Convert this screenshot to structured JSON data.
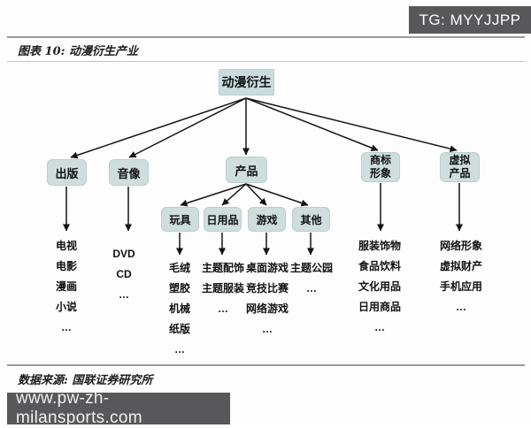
{
  "badge": {
    "label": "TG: MYYJJPP"
  },
  "figure": {
    "title": "图表 10: 动漫衍生产业"
  },
  "tree": {
    "root": {
      "label": "动漫衍生"
    },
    "level2": [
      {
        "label": "出版"
      },
      {
        "label": "音像"
      },
      {
        "label": "产品"
      },
      {
        "label": "商标形象"
      },
      {
        "label": "虚拟产品"
      }
    ],
    "level3": [
      {
        "label": "玩具"
      },
      {
        "label": "日用品"
      },
      {
        "label": "游戏"
      },
      {
        "label": "其他"
      }
    ],
    "leaf_columns": [
      {
        "parent": "出版",
        "items": [
          "电视",
          "电影",
          "漫画",
          "小说",
          "…"
        ]
      },
      {
        "parent": "音像",
        "items": [
          "DVD",
          "CD",
          "…"
        ]
      },
      {
        "parent": "玩具",
        "items": [
          "毛绒",
          "塑胶",
          "机械",
          "纸版",
          "…"
        ]
      },
      {
        "parent": "日用品",
        "items": [
          "主题配饰",
          "主题服装",
          "…"
        ]
      },
      {
        "parent": "游戏",
        "items": [
          "桌面游戏",
          "竞技比赛",
          "网络游戏",
          "…"
        ]
      },
      {
        "parent": "其他",
        "items": [
          "主题公园",
          "…"
        ]
      },
      {
        "parent": "商标形象",
        "items": [
          "服装饰物",
          "食品饮料",
          "文化用品",
          "日用商品",
          "…"
        ]
      },
      {
        "parent": "虚拟产品",
        "items": [
          "网络形象",
          "虚拟财产",
          "手机应用",
          "…"
        ]
      }
    ]
  },
  "footer": {
    "source": "数据来源: 国联证券研究所",
    "website": "www.pw-zh-milansports.com"
  },
  "colors": {
    "node_fill": "#cfdedd",
    "node_border": "#b9cecd",
    "badge_bg": "#58585a",
    "edge_line": "#141414"
  }
}
